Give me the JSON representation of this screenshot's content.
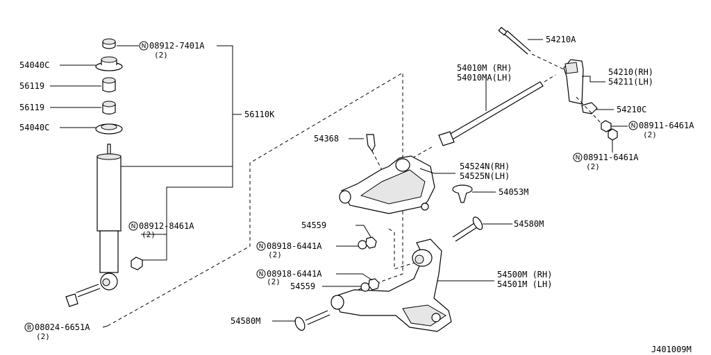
{
  "diagram_id": "J401009M",
  "callouts": {
    "c08912_7401A": {
      "prefix": "N",
      "number": "08912-7401A",
      "qty": "(2)"
    },
    "c54040C_a": {
      "number": "54040C"
    },
    "c56119_a": {
      "number": "56119"
    },
    "c56119_b": {
      "number": "56119"
    },
    "c54040C_b": {
      "number": "54040C"
    },
    "c56110K": {
      "number": "56110K"
    },
    "c08912_8461A": {
      "prefix": "N",
      "number": "08912-8461A",
      "qty": "(2)"
    },
    "c08024_6651A": {
      "prefix": "B",
      "number": "08024-6651A",
      "qty": "(2)"
    },
    "c54210A": {
      "number": "54210A"
    },
    "c54010M": {
      "line1": "54010M (RH)",
      "line2": "54010MA(LH)"
    },
    "c54210": {
      "line1": "54210(RH)",
      "line2": "54211(LH)"
    },
    "c54210C": {
      "number": "54210C"
    },
    "c08911_6461A_a": {
      "prefix": "N",
      "number": "08911-6461A",
      "qty": "(2)"
    },
    "c08911_6461A_b": {
      "prefix": "N",
      "number": "08911-6461A",
      "qty": "(2)"
    },
    "c54368": {
      "number": "54368"
    },
    "c54524N": {
      "line1": "54524N(RH)",
      "line2": "54525N(LH)"
    },
    "c54053M": {
      "number": "54053M"
    },
    "c54559_a": {
      "number": "54559"
    },
    "c08918_6441A_a": {
      "prefix": "N",
      "number": "08918-6441A",
      "qty": "(2)"
    },
    "c54580M_a": {
      "number": "54580M"
    },
    "c08918_6441A_b": {
      "prefix": "N",
      "number": "08918-6441A",
      "qty": "(2)"
    },
    "c54559_b": {
      "number": "54559"
    },
    "c54500M": {
      "line1": "54500M (RH)",
      "line2": "54501M (LH)"
    },
    "c54580M_b": {
      "number": "54580M"
    }
  }
}
